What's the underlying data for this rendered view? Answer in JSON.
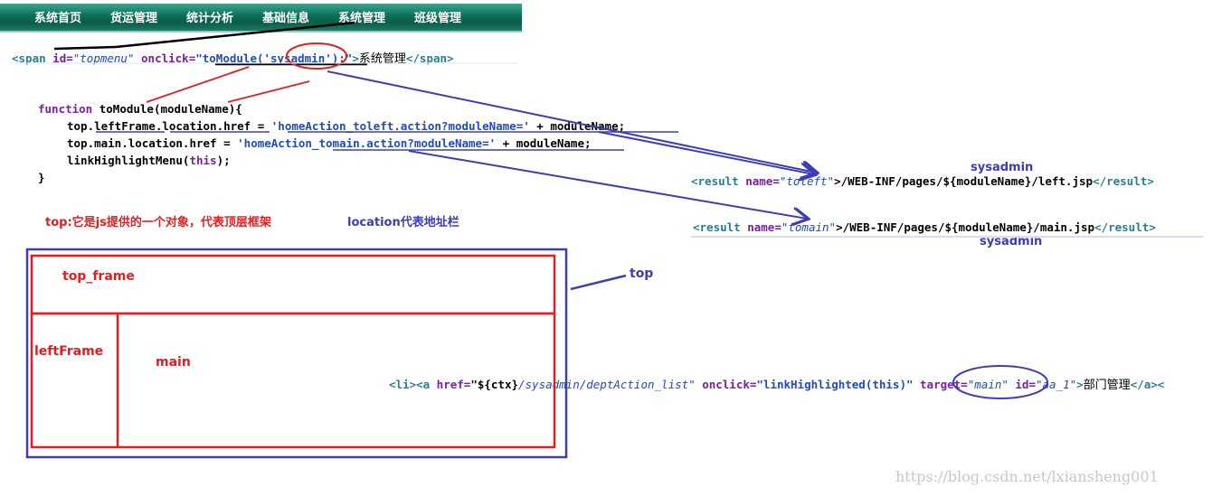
{
  "nav": {
    "items": [
      "系统首页",
      "货运管理",
      "统计分析",
      "基础信息",
      "系统管理",
      "班级管理"
    ]
  },
  "span_line": {
    "open": "<span",
    "id_attr": "id=",
    "id_val": "\"topmenu\"",
    "onclick_attr": "onclick=",
    "onclick_val": "\"toModule('sysadmin');\"",
    "close": ">",
    "text": "系统管理",
    "end": "</span>"
  },
  "js_code": {
    "line1_kw": "function",
    "line1_rest": " toModule(moduleName){",
    "line2_pre": "top.leftFrame.location.href = ",
    "line2_str": "'homeAction_toleft.action?moduleName='",
    "line2_post": " + moduleName;",
    "line3_pre": "top.main.location.href = ",
    "line3_str": "'homeAction_tomain.action?moduleName='",
    "line3_post": " + moduleName;",
    "line4_pre": "linkHighlightMenu(",
    "line4_kw": "this",
    "line4_post": ");",
    "line5": "}"
  },
  "notes": {
    "top_desc": "top:它是js提供的一个对象，代表顶层框架",
    "location_desc": "location代表地址栏",
    "sysadmin_1": "sysadmin",
    "sysadmin_2": "sysadmin",
    "top_label": "top"
  },
  "result_1": {
    "open": "<result",
    "name_attr": " name=",
    "name_val": "\"toleft\"",
    "path": ">/WEB-INF/pages/${moduleName}/left.jsp",
    "close": "</result>"
  },
  "result_2": {
    "open": "<result",
    "name_attr": " name=",
    "name_val": "\"tomain\"",
    "path": ">/WEB-INF/pages/${moduleName}/main.jsp",
    "close": "</result>"
  },
  "frames": {
    "top_frame": "top_frame",
    "left_frame": "leftFrame",
    "main": "main"
  },
  "li_line": {
    "open": "<li><a",
    "href_attr": " href=",
    "href_val_a": "\"${ctx}",
    "href_val_b": "/sysadmin/deptAction_list\"",
    "onclick_attr": " onclick=",
    "onclick_val": "\"linkHighlighted(this)\"",
    "target_attr": " target=",
    "target_val": "\"main\"",
    "id_attr": " id=",
    "id_val": "\"aa_1\"",
    "gt": ">",
    "text": "部门管理",
    "close": "</a><"
  },
  "watermark": "https://blog.csdn.net/lxiansheng001",
  "colors": {
    "red_annotation": "#e02020",
    "blue_annotation": "#3d3db8",
    "nav_green": "#0d6e58"
  }
}
